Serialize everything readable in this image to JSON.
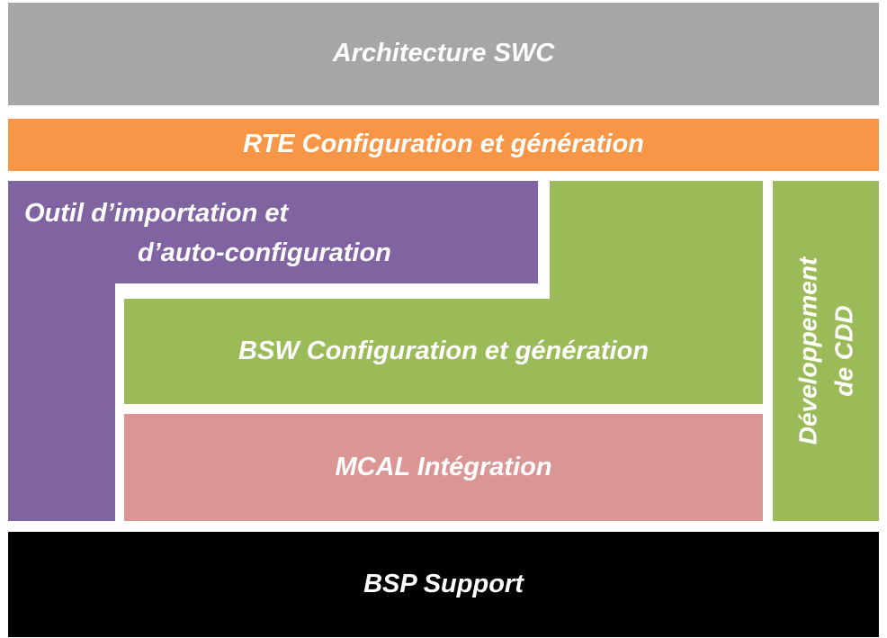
{
  "diagram": {
    "type": "layered-architecture",
    "layers": {
      "swc": {
        "label": "Architecture SWC"
      },
      "rte": {
        "label": "RTE Configuration et génération"
      },
      "outil": {
        "line1": "Outil d’importation et",
        "line2": "d’auto-configuration"
      },
      "bsw": {
        "label": "BSW Configuration et génération"
      },
      "mcal": {
        "label": "MCAL Intégration"
      },
      "cdd": {
        "line1": "Développement",
        "line2": "de CDD",
        "orientation": "rotated-90-ccw"
      },
      "bsp": {
        "label": "BSP Support"
      }
    }
  },
  "colors": {
    "gray": "#a6a6a6",
    "orange": "#f79646",
    "purple": "#8064a2",
    "green": "#9bbb59",
    "pink": "#d99694",
    "black": "#000000",
    "text": "#ffffff",
    "background": "#ffffff"
  }
}
